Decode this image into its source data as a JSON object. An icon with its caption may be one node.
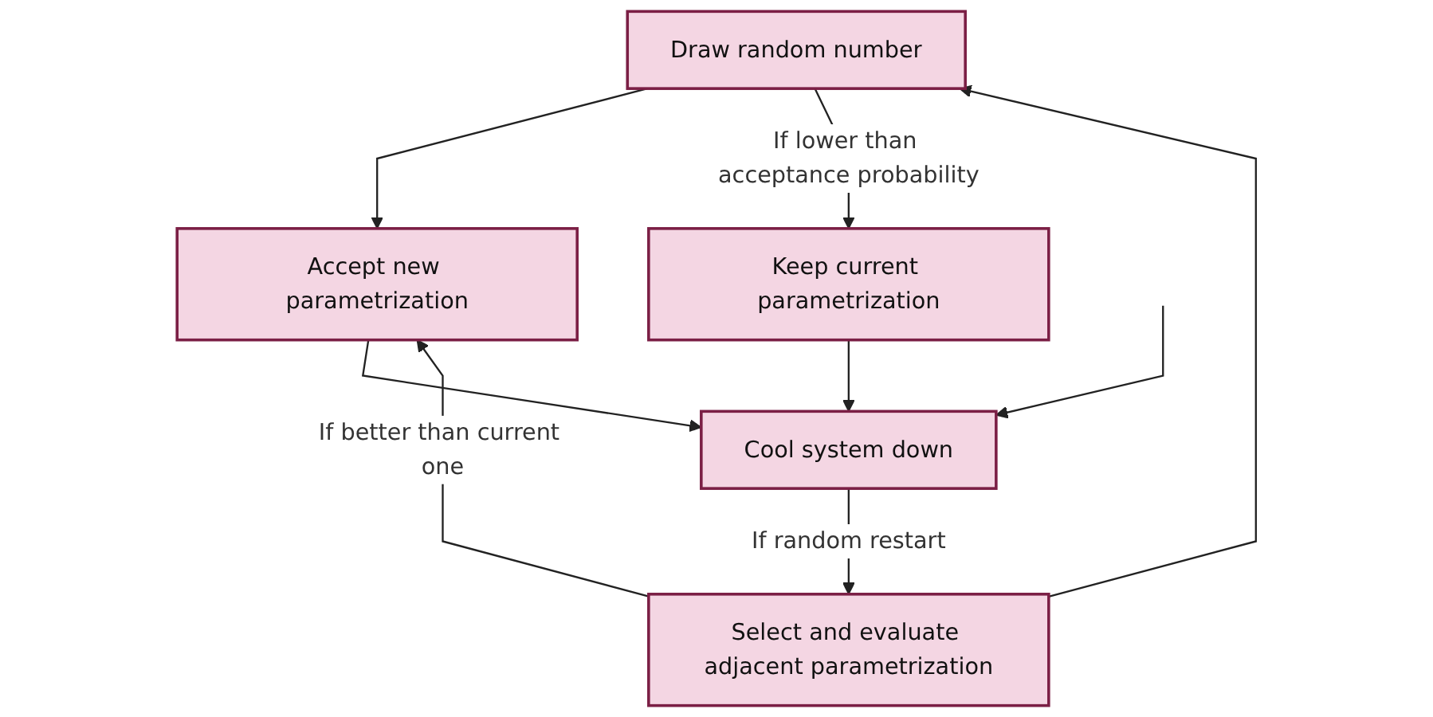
{
  "diagram": {
    "nodes": [
      {
        "text": [
          "Draw random number"
        ]
      },
      {
        "text": [
          "Accept new parametrization"
        ]
      },
      {
        "text": [
          "Select and evaluate adjacent parametrization"
        ]
      },
      {
        "text": [
          "Keep current parametrization"
        ]
      },
      {
        "text": [
          "Cool system down"
        ]
      }
    ],
    "edges": [
      {
        "from": 2,
        "to": 0,
        "arrow": "to"
      },
      {
        "from": 2,
        "to": 1,
        "arrow": "to",
        "label": "If better than current one"
      },
      {
        "from": 0,
        "to": 1,
        "arrow": "to"
      },
      {
        "from": 0,
        "to": 3,
        "arrow": "to",
        "label": "If lower than acceptance probability"
      },
      {
        "from": 1,
        "to": 4,
        "arrow": "to"
      },
      {
        "from": 3,
        "to": 4,
        "arrow": "to"
      },
      {
        "from": 4,
        "to": 2,
        "arrow": "to",
        "label": "If random restart"
      },
      {
        "from": null,
        "to": 4,
        "arrow": "to"
      }
    ]
  }
}
